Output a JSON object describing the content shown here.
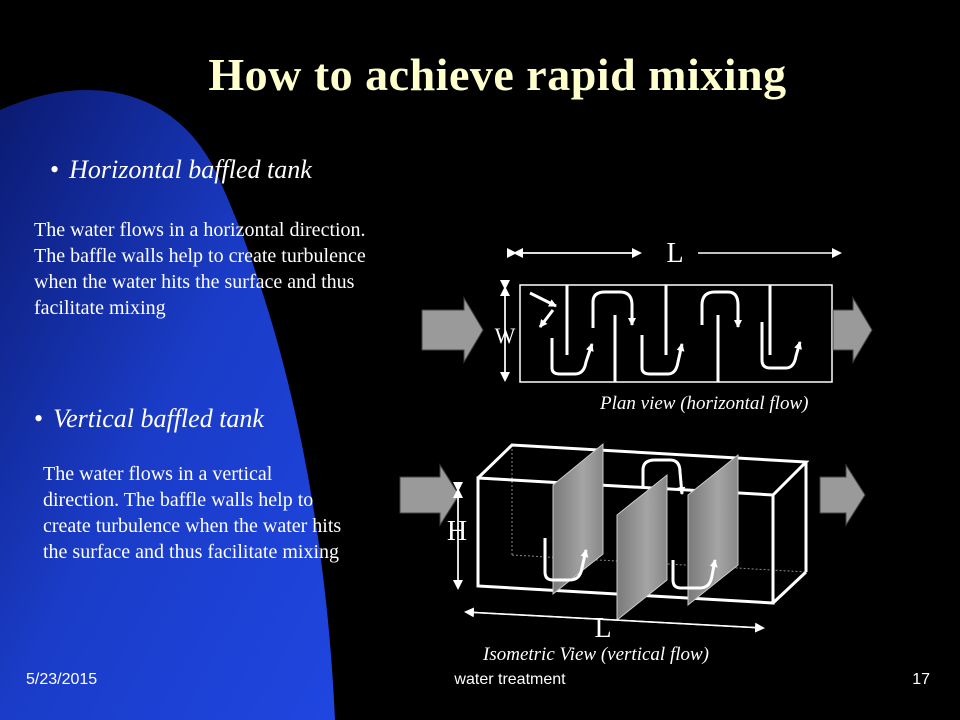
{
  "slide": {
    "title": "How to achieve rapid mixing",
    "bullets": [
      {
        "heading": "Horizontal baffled tank",
        "text": "The water flows in a horizontal direction. The baffle walls help to create turbulence when the water hits the surface and thus facilitate mixing"
      },
      {
        "heading": "Vertical baffled tank",
        "text": "The water flows in a vertical direction. The baffle walls help to create turbulence when the water hits the surface and thus facilitate mixing"
      }
    ],
    "plan_view": {
      "caption": "Plan view (horizontal flow)",
      "length_label": "L",
      "width_label": "W"
    },
    "isometric_view": {
      "caption": "Isometric View (vertical flow)",
      "height_label": "H",
      "length_label": "L"
    },
    "footer": {
      "date": "5/23/2015",
      "center": "water treatment",
      "page": "17"
    }
  },
  "colors": {
    "background": "#000000",
    "swoosh": "#1a3cc8",
    "title": "#ffffcc",
    "arrow_fill": "#9a9a9a",
    "baffle_fill": "#8c8c8c"
  }
}
